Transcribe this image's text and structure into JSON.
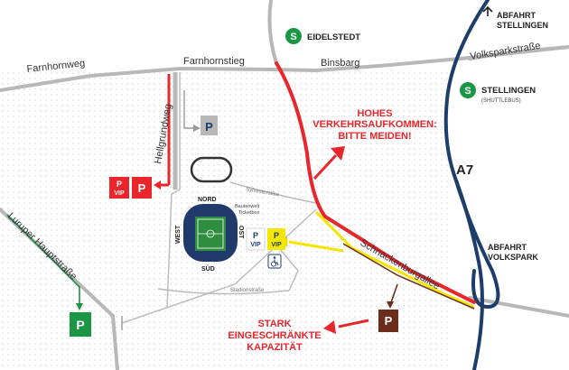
{
  "roads": {
    "farnhornweg": "Farnhornweg",
    "farnhornstieg": "Farnhornstieg",
    "binsbarg": "Binsbarg",
    "hellgrundweg": "Hellgrundweg",
    "luruper_hauptstrasse": "Luruper Hauptstraße",
    "volksparkstrasse": "Volksparkstraße",
    "schnackenburgallee": "Schnackenburgallee",
    "sylvesterallee": "Sylvesterallee",
    "stadionstrasse": "Stadionstraße"
  },
  "stations": {
    "eidelstedt": "EIDELSTEDT",
    "stellingen": "STELLINGEN",
    "stellingen_sub": "(SHUTTLEBUS)",
    "s_symbol": "S"
  },
  "highway": {
    "name": "A7",
    "exit_stellingen_1": "ABFAHRT",
    "exit_stellingen_2": "STELLINGEN",
    "exit_volkspark_1": "ABFAHRT",
    "exit_volkspark_2": "VOLKSPARK"
  },
  "warnings": {
    "traffic": [
      "HOHES",
      "VERKEHRSAUFKOMMEN:",
      "BITTE MEIDEN!"
    ],
    "capacity": [
      "STARK",
      "EINGESCHRÄNKTE",
      "KAPAZITÄT"
    ]
  },
  "stadium": {
    "nord": "NORD",
    "sued": "SÜD",
    "west": "WEST",
    "ost": "OST",
    "bauten_1": "Bautenwelt",
    "bauten_2": "Ticketbox"
  },
  "parking": {
    "p": "P",
    "vip": "VIP"
  },
  "colors": {
    "red": "#e8262b",
    "brown": "#6b2c1c",
    "green": "#1a9645",
    "navy": "#1d3d6b",
    "grey": "#b8b8b8",
    "yellow": "#f5e600"
  }
}
